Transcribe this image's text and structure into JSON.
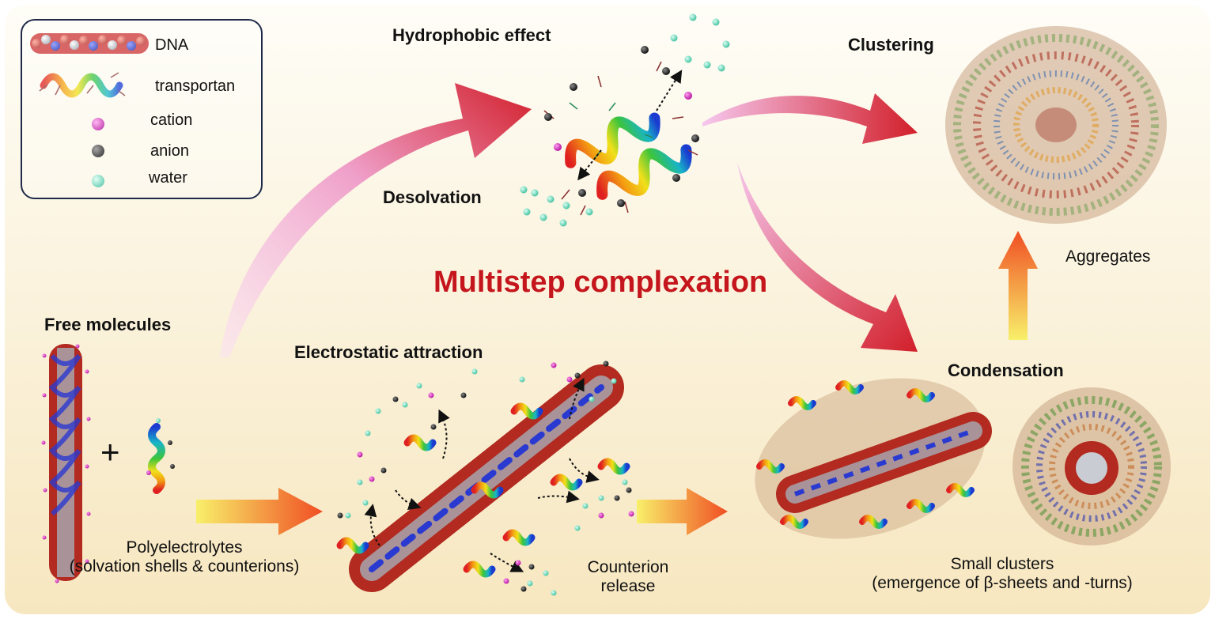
{
  "title": "Multistep complexation",
  "legend": {
    "items": [
      {
        "label": "DNA",
        "icon": "dna-icon"
      },
      {
        "label": "transportan",
        "icon": "helix-icon"
      },
      {
        "label": "cation",
        "icon": "cation-sphere-icon",
        "color": "#d61fbf"
      },
      {
        "label": "anion",
        "icon": "anion-sphere-icon",
        "color": "#1a1a1a"
      },
      {
        "label": "water",
        "icon": "water-sphere-icon",
        "color": "#5fd6b6"
      }
    ]
  },
  "stages": {
    "free_molecules": "Free molecules",
    "polyelectrolytes_line1": "Polyelectrolytes",
    "polyelectrolytes_line2": "(solvation shells & counterions)",
    "hydrophobic_effect": "Hydrophobic effect",
    "desolvation": "Desolvation",
    "electrostatic_attraction": "Electrostatic attraction",
    "counterion_line1": "Counterion",
    "counterion_line2": "release",
    "clustering": "Clustering",
    "aggregates": "Aggregates",
    "condensation": "Condensation",
    "small_clusters_line1": "Small clusters",
    "small_clusters_line2": "(emergence of β-sheets and -turns)",
    "plus": "+"
  },
  "colors": {
    "title": "#c4161c",
    "arrow_red": "#d21f2a",
    "arrow_pink": "#f2b6e6",
    "arrow_yellow": "#f5e84a",
    "arrow_orange": "#f26522",
    "background_top": "#fdfcf4",
    "background_bottom": "#f7e9c4"
  }
}
